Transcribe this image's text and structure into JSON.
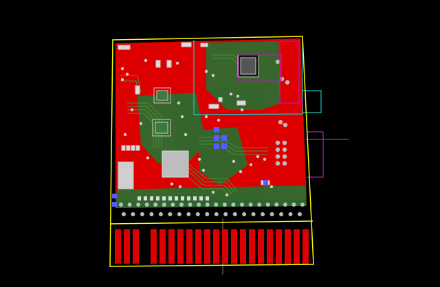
{
  "view": {
    "colors": {
      "background": "#000000",
      "board_outline": "#ffff00",
      "copper_pour": "#dd0000",
      "trace_green": "#2e6b2e",
      "silkscreen": "#c8c8c8",
      "keepout_cyan": "#18c8c8",
      "courtyard_magenta": "#b41eb4",
      "via_blue": "#5a5aff",
      "pad_gray": "#b4b4b4"
    },
    "edge_connector": {
      "finger_count": 22
    },
    "header_rows": {
      "top_row_pins": 22,
      "bottom_row_pins": 20
    }
  }
}
